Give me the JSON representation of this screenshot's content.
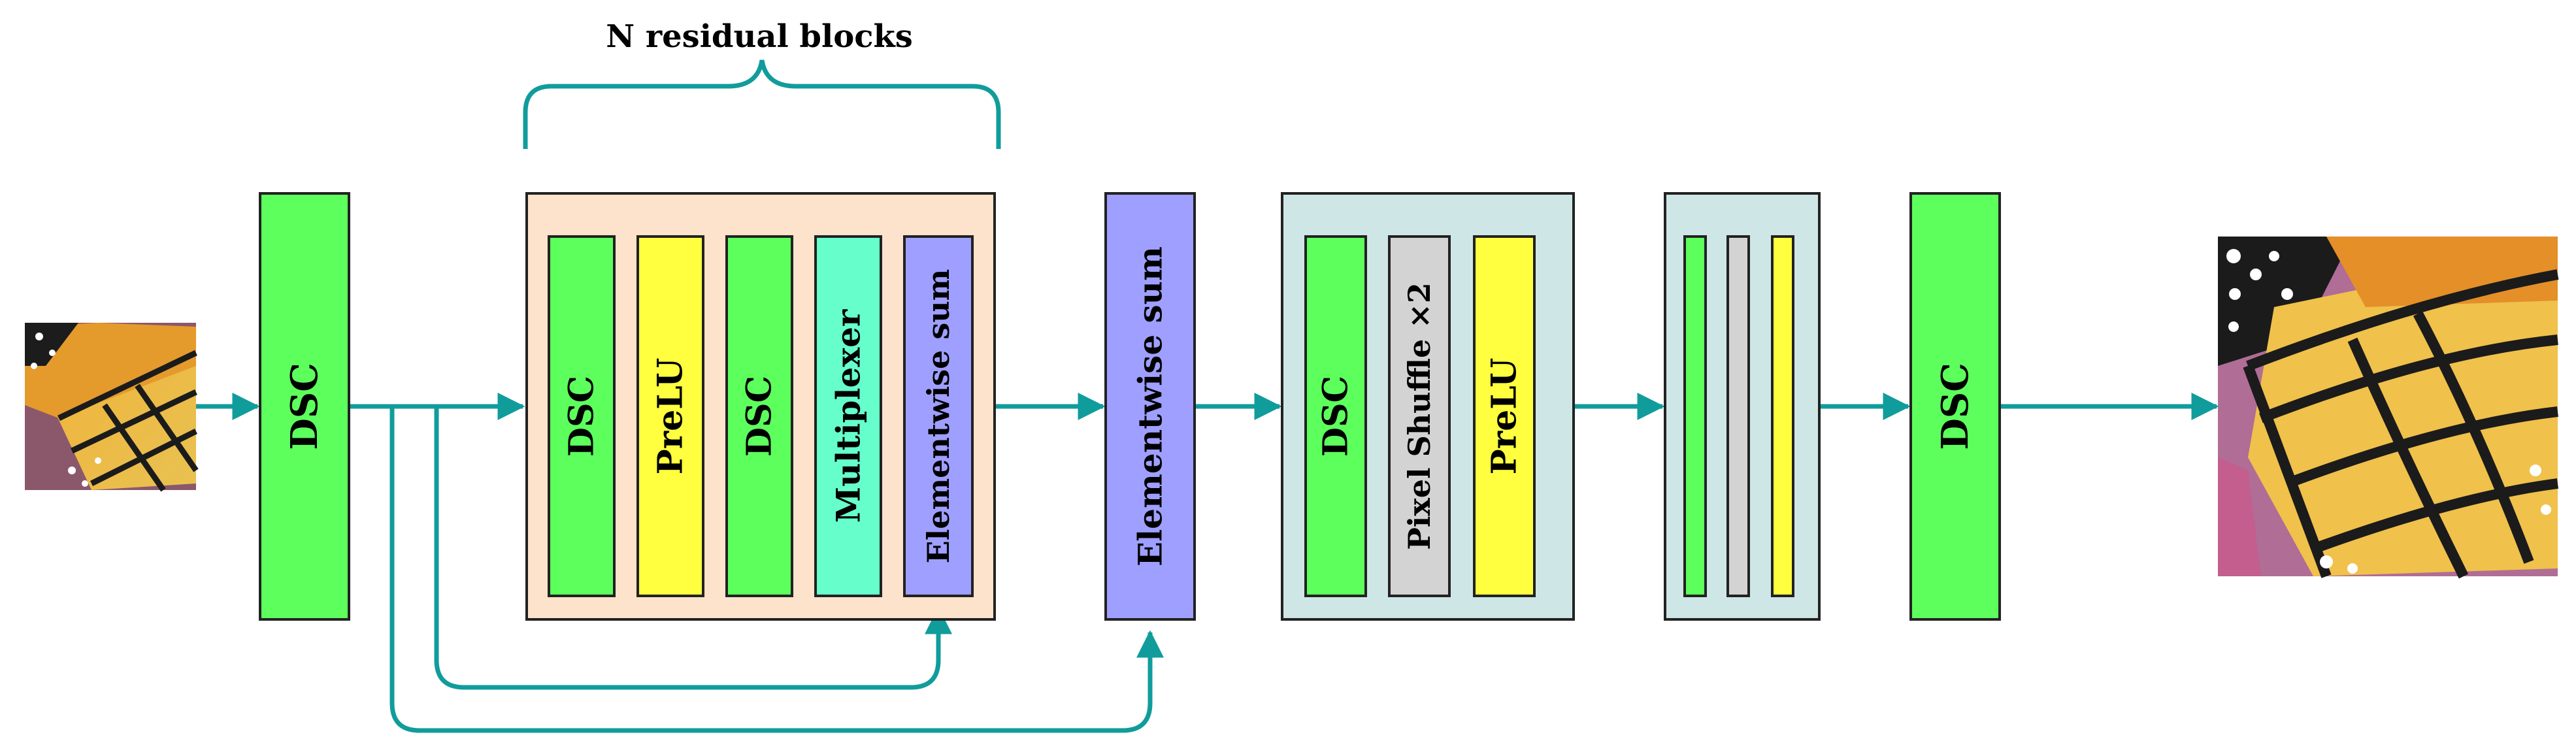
{
  "colors": {
    "arrow": "#119c9c",
    "green": "#5dff5d",
    "yellow": "#ffff40",
    "aqua": "#66ffcc",
    "blue": "#9f9fff",
    "gray": "#d3d3d3",
    "peach": "#fde3cb",
    "teal_panel": "#cfe6e6"
  },
  "brace_label": "N residual blocks",
  "input_image": {
    "icon": "butterfly-wing-low-res-icon"
  },
  "output_image": {
    "icon": "butterfly-wing-high-res-icon"
  },
  "dsc_first": "DSC",
  "residual_block": {
    "layers": [
      "DSC",
      "PreLU",
      "DSC",
      "Multiplexer",
      "Elementwise sum"
    ]
  },
  "elementwise_sum": "Elementwise sum",
  "upsample_block": {
    "layers": [
      "DSC",
      "Pixel Shuffle ×2",
      "PreLU"
    ]
  },
  "dsc_last": "DSC"
}
